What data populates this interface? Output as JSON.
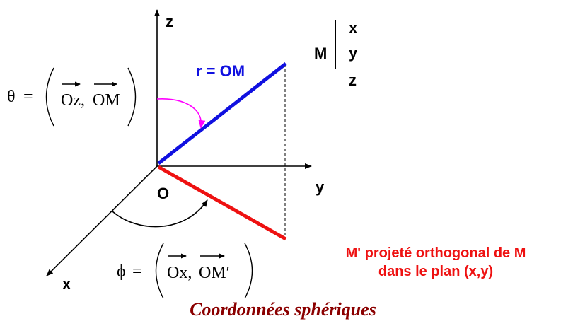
{
  "axes": {
    "z_label": "z",
    "y_label": "y",
    "x_label": "x",
    "origin_label": "O"
  },
  "vector": {
    "label": "r = OM"
  },
  "point": {
    "name": "M",
    "coords": [
      "x",
      "y",
      "z"
    ]
  },
  "theta": {
    "symbol": "θ",
    "equals": "=",
    "first": "Oz,",
    "second": "OM"
  },
  "phi": {
    "symbol": "ϕ",
    "equals": "=",
    "first": "Ox,",
    "second": "OM′"
  },
  "projection": {
    "line1": "M' projeté orthogonal de M",
    "line2": "dans le plan (x,y)"
  },
  "caption": "Coordonnées sphériques",
  "colors": {
    "vector": "#1010e0",
    "projection": "#ee1111",
    "theta_arc": "#ff00ff",
    "caption": "#8b0000",
    "axes": "#000000"
  }
}
